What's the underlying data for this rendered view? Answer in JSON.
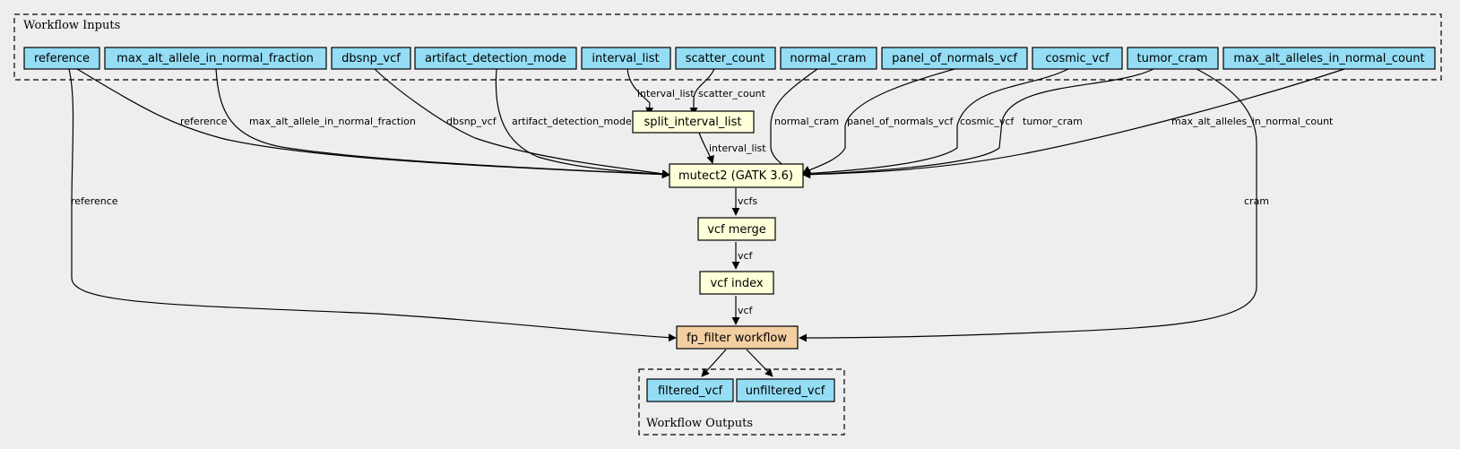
{
  "clusters": {
    "inputs": "Workflow Inputs",
    "outputs": "Workflow Outputs"
  },
  "colors": {
    "background": "#eeeeee",
    "io_node": "#94ddf4",
    "step_node": "#ffffd9",
    "subworkflow_node": "#f3cea1"
  },
  "nodes": {
    "reference": "reference",
    "max_alt_allele_in_normal_fraction": "max_alt_allele_in_normal_fraction",
    "dbsnp_vcf": "dbsnp_vcf",
    "artifact_detection_mode": "artifact_detection_mode",
    "interval_list": "interval_list",
    "scatter_count": "scatter_count",
    "normal_cram": "normal_cram",
    "panel_of_normals_vcf": "panel_of_normals_vcf",
    "cosmic_vcf": "cosmic_vcf",
    "tumor_cram": "tumor_cram",
    "max_alt_alleles_in_normal_count": "max_alt_alleles_in_normal_count",
    "split_interval_list": "split_interval_list",
    "mutect2": "mutect2 (GATK 3.6)",
    "vcf_merge": "vcf merge",
    "vcf_index": "vcf index",
    "fp_filter": "fp_filter workflow",
    "filtered_vcf": "filtered_vcf",
    "unfiltered_vcf": "unfiltered_vcf"
  },
  "edge_labels": {
    "interval_list": "interval_list",
    "scatter_count": "scatter_count",
    "reference_mutect": "reference",
    "max_alt_allele_in_normal_fraction": "max_alt_allele_in_normal_fraction",
    "dbsnp_vcf": "dbsnp_vcf",
    "artifact_detection_mode": "artifact_detection_mode",
    "normal_cram": "normal_cram",
    "panel_of_normals_vcf": "panel_of_normals_vcf",
    "cosmic_vcf": "cosmic_vcf",
    "tumor_cram": "tumor_cram",
    "max_alt_alleles_in_normal_count": "max_alt_alleles_in_normal_count",
    "split_out": "interval_list",
    "reference_fp": "reference",
    "cram": "cram",
    "vcfs": "vcfs",
    "vcf_merge_out": "vcf",
    "vcf_index_out": "vcf"
  }
}
